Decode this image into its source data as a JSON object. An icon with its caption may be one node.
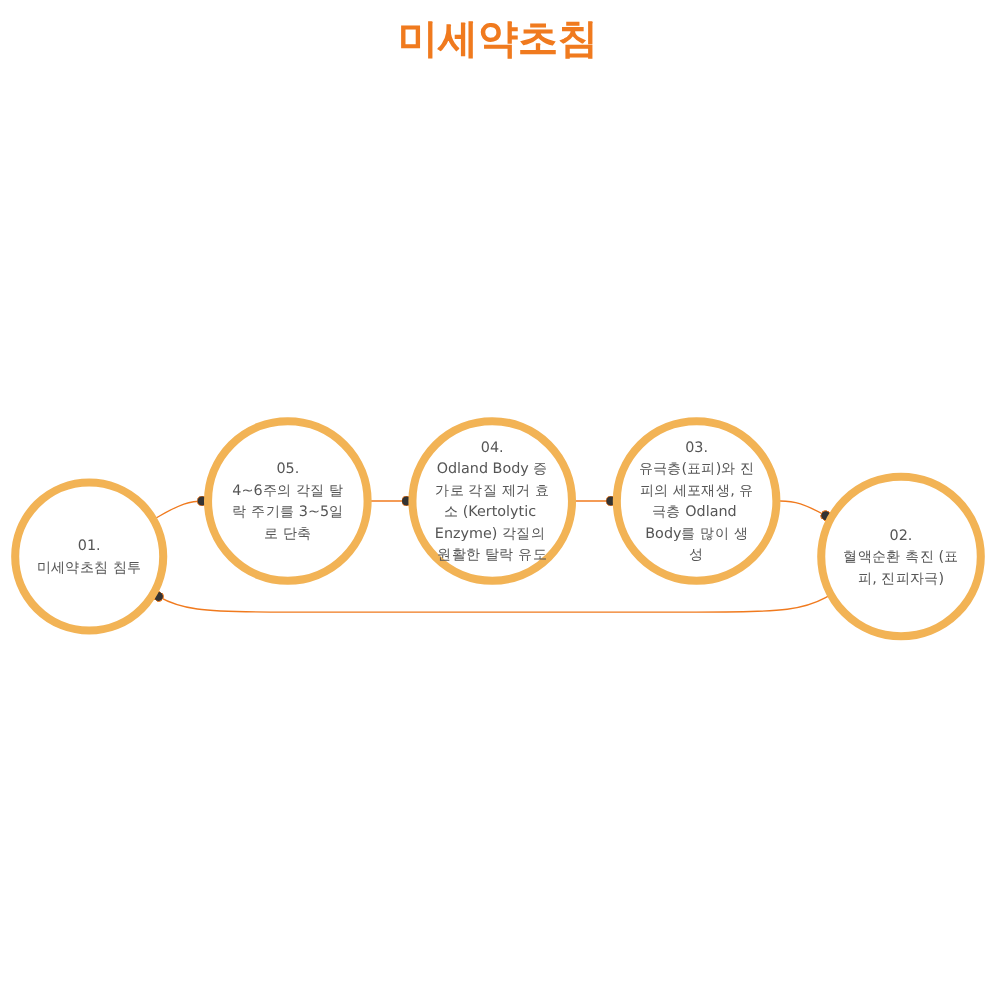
{
  "diagram": {
    "nodes": [
      {
        "text": [
          "01.",
          "미세약초침 침투"
        ]
      },
      {
        "text": [
          "02.",
          "혈액순환 촉진 (표피, 진피자극)"
        ]
      },
      {
        "text": [
          "03.",
          "유극층(표피)와 진피의 세포재생, 유극층 Odland Body를 많이 생성"
        ]
      },
      {
        "text": [
          "04.",
          "Odland Body 증가로 각질 제거 효소 (Kertolytic Enzyme) 각질의 원활한 탈락 유도"
        ]
      },
      {
        "text": [
          "05.",
          "4~6주의 각질 탈락 주기를 3~5일로 단축"
        ]
      }
    ],
    "edges": [
      {
        "from": 1,
        "to": 0,
        "arrow": "other"
      },
      {
        "from": 2,
        "to": 1,
        "arrow": "other"
      },
      {
        "from": 3,
        "to": 2,
        "arrow": "other"
      },
      {
        "from": 4,
        "to": 3,
        "arrow": "other"
      },
      {
        "from": 0,
        "to": 4,
        "arrow": "other"
      }
    ],
    "labels": [
      "미세약초침"
    ]
  }
}
